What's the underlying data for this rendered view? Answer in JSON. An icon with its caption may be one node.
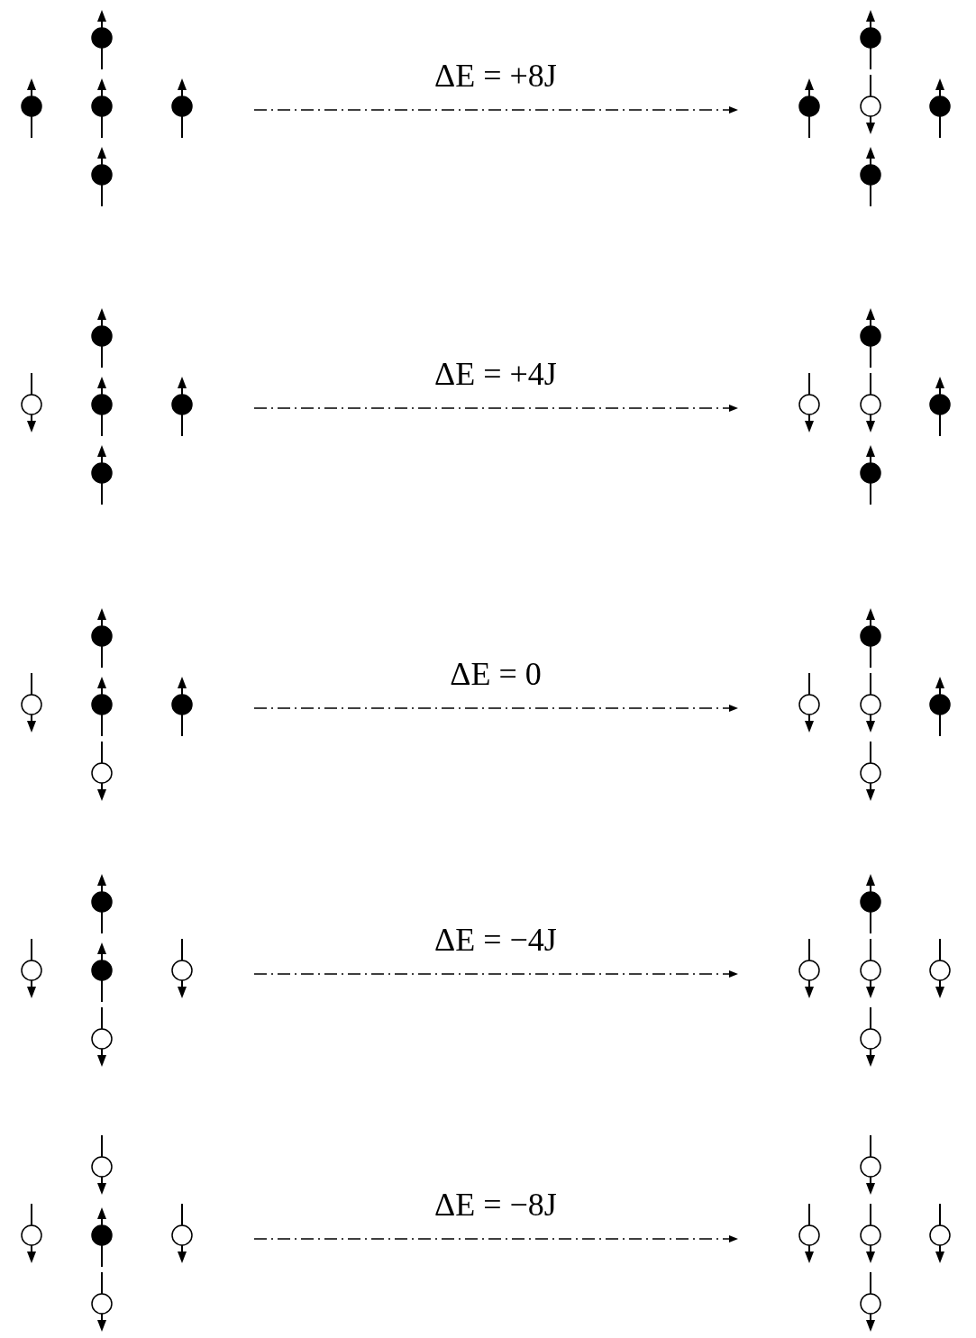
{
  "diagram": {
    "nodes": [
      {
        "text": [],
        "shape": "picture"
      },
      {
        "text": [],
        "shape": "picture"
      },
      {
        "text": [],
        "shape": "picture"
      },
      {
        "text": [],
        "shape": "picture"
      },
      {
        "text": [],
        "shape": "picture"
      },
      {
        "text": [],
        "shape": "picture"
      },
      {
        "text": [],
        "shape": "picture"
      },
      {
        "text": [],
        "shape": "picture"
      },
      {
        "text": [],
        "shape": "picture"
      },
      {
        "text": [],
        "shape": "picture"
      }
    ],
    "edges": [
      {
        "from": 0,
        "to": 1,
        "arrow": "to",
        "label": "ΔE = +8J",
        "style": "dashed"
      },
      {
        "from": 2,
        "to": 3,
        "arrow": "to",
        "label": "ΔE = +4J",
        "style": "dashed"
      },
      {
        "from": 4,
        "to": 5,
        "arrow": "to",
        "label": "ΔE = 0",
        "style": "dashed"
      },
      {
        "from": 6,
        "to": 7,
        "arrow": "to",
        "label": "ΔE = −4J",
        "style": "dashed"
      },
      {
        "from": 8,
        "to": 9,
        "arrow": "to",
        "label": "ΔE = −8J",
        "style": "dashed"
      }
    ]
  }
}
